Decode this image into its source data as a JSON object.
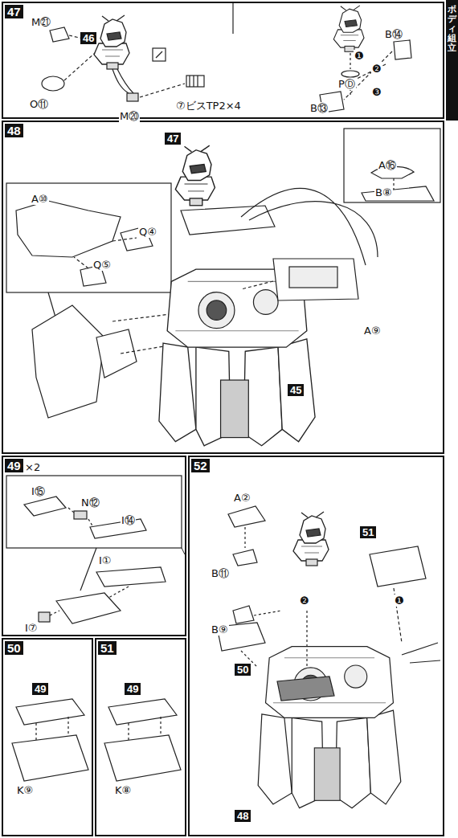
{
  "diagram": {
    "nodes": [
      {
        "text": [
          "47"
        ]
      },
      {
        "text": [
          "48"
        ]
      },
      {
        "text": [
          "49"
        ]
      },
      {
        "text": [
          "50"
        ]
      },
      {
        "text": [
          "51"
        ]
      },
      {
        "text": [
          "52"
        ]
      },
      {
        "text": [
          "ボディ組立"
        ]
      }
    ],
    "labels": [
      "M㉑",
      "46",
      "O⑪",
      "M⑳",
      "⑦ビスTP2×4",
      "B⑭",
      "❶",
      "❷",
      "PⒹ",
      "❸",
      "B⑬",
      "47",
      "A⑯",
      "B⑧",
      "A⑩",
      "Q④",
      "Q⑤",
      "A⑨",
      "45",
      "×2",
      "I⑮",
      "N⑫",
      "I⑭",
      "I①",
      "I⑦",
      "49",
      "K⑨",
      "49",
      "K⑧",
      "A②",
      "B⑪",
      "B⑨",
      "51",
      "❶",
      "❷",
      "50",
      "48"
    ]
  }
}
